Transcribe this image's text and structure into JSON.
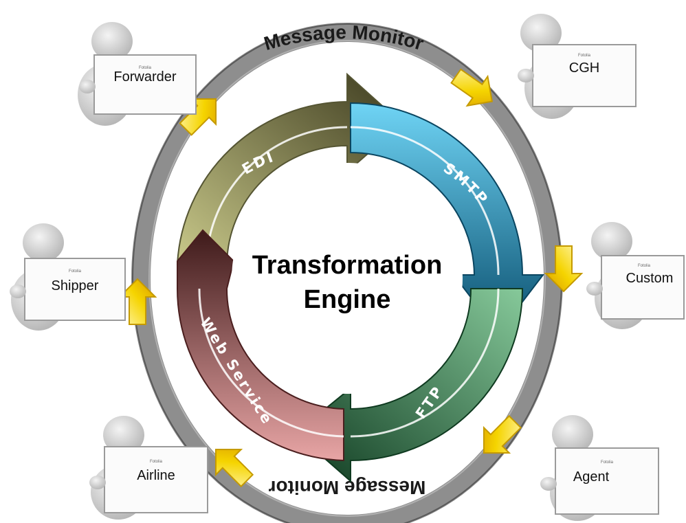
{
  "monitor": {
    "top_label": "Message Monitor",
    "bottom_label": "Message Monitor"
  },
  "engine": {
    "line1": "Transformation",
    "line2": "Engine"
  },
  "segments": [
    {
      "label": "EDI",
      "color": "#9c9a55"
    },
    {
      "label": "SMTP",
      "color": "#2a9cc8"
    },
    {
      "label": "FTP",
      "color": "#2f7a4a"
    },
    {
      "label": "Web Service",
      "color": "#a2484a"
    }
  ],
  "parties": [
    {
      "label": "Forwarder",
      "tiny": "Fotolia"
    },
    {
      "label": "CGH",
      "tiny": "Fotolia"
    },
    {
      "label": "Shipper",
      "tiny": "Fotolia"
    },
    {
      "label": "Custom",
      "tiny": "Fotolia"
    },
    {
      "label": "Airline",
      "tiny": "Fotolia"
    },
    {
      "label": "Agent",
      "tiny": "Fotolia"
    }
  ],
  "colors": {
    "ring": "#8e8e8e",
    "arrow_yellow": "#f5c800"
  }
}
